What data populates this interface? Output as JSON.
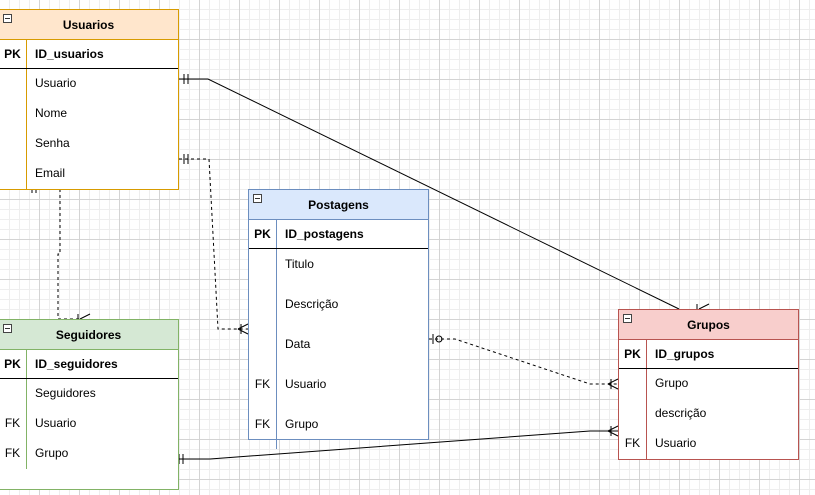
{
  "entities": {
    "usuarios": {
      "title": "Usuarios",
      "pk": {
        "key": "PK",
        "field": "ID_usuarios"
      },
      "fields": [
        {
          "key": "",
          "field": "Usuario"
        },
        {
          "key": "",
          "field": "Nome"
        },
        {
          "key": "",
          "field": "Senha"
        },
        {
          "key": "",
          "field": "Email"
        }
      ]
    },
    "postagens": {
      "title": "Postagens",
      "pk": {
        "key": "PK",
        "field": "ID_postagens"
      },
      "fields": [
        {
          "key": "",
          "field": "Titulo"
        },
        {
          "key": "",
          "field": "Descrição"
        },
        {
          "key": "",
          "field": "Data"
        },
        {
          "key": "FK",
          "field": "Usuario"
        },
        {
          "key": "FK",
          "field": "Grupo"
        }
      ]
    },
    "seguidores": {
      "title": "Seguidores",
      "pk": {
        "key": "PK",
        "field": "ID_seguidores"
      },
      "fields": [
        {
          "key": "",
          "field": "Seguidores"
        },
        {
          "key": "FK",
          "field": "Usuario"
        },
        {
          "key": "FK",
          "field": "Grupo"
        }
      ]
    },
    "grupos": {
      "title": "Grupos",
      "pk": {
        "key": "PK",
        "field": "ID_grupos"
      },
      "fields": [
        {
          "key": "",
          "field": "Grupo"
        },
        {
          "key": "",
          "field": "descrição"
        },
        {
          "key": "FK",
          "field": "Usuario"
        }
      ]
    }
  },
  "relationships": [
    {
      "from": "Usuarios",
      "to": "Grupos",
      "from_end": "one-and-only-one",
      "to_end": "one-or-many",
      "line": "solid"
    },
    {
      "from": "Usuarios",
      "to": "Postagens",
      "from_end": "one-and-only-one",
      "to_end": "one-or-many",
      "line": "dashed"
    },
    {
      "from": "Usuarios",
      "to": "Seguidores",
      "from_end": "one-and-only-one",
      "to_end": "one-or-many",
      "line": "dashed"
    },
    {
      "from": "Postagens",
      "to": "Grupos",
      "from_end": "zero-or-one",
      "to_end": "one-or-many",
      "line": "dashed"
    },
    {
      "from": "Seguidores",
      "to": "Grupos",
      "from_end": "one-and-only-one",
      "to_end": "one-or-many",
      "line": "solid"
    }
  ],
  "colors": {
    "usuarios_fill": "#ffe6cc",
    "usuarios_stroke": "#d79b00",
    "postagens_fill": "#dae8fc",
    "postagens_stroke": "#6c8ebf",
    "seguidores_fill": "#d5e8d4",
    "seguidores_stroke": "#82b366",
    "grupos_fill": "#f8cecc",
    "grupos_stroke": "#b85450",
    "connector": "#000000"
  }
}
